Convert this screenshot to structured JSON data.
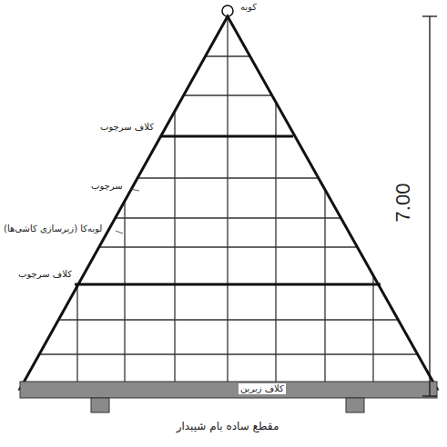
{
  "diagram": {
    "caption": "مقطع ساده بام شیبدار",
    "labels": [
      "کوبه",
      "کلاف سرچوب",
      "سرچوب",
      "لوبه‌کا (زیرسازی کاشی‌ها)",
      "کلاف سرچوب",
      "کلاف زیرین",
      "7.00"
    ]
  }
}
